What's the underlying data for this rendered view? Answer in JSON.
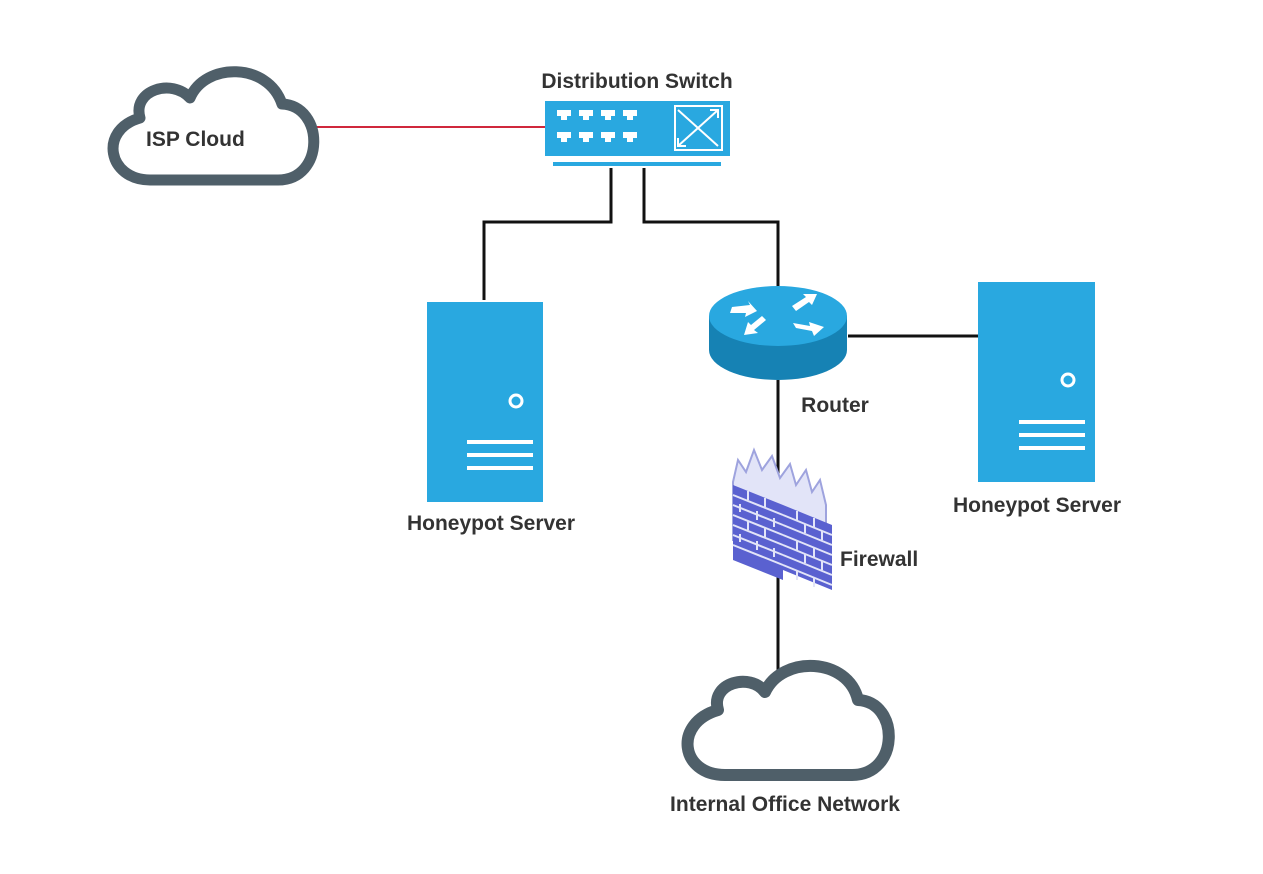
{
  "nodes": {
    "isp_cloud": {
      "label": "ISP Cloud",
      "icon": "cloud-icon"
    },
    "distribution_switch": {
      "label": "Distribution Switch",
      "icon": "switch-icon"
    },
    "honeypot_left": {
      "label": "Honeypot Server",
      "icon": "server-icon"
    },
    "router": {
      "label": "Router",
      "icon": "router-icon"
    },
    "honeypot_right": {
      "label": "Honeypot Server",
      "icon": "server-icon"
    },
    "firewall": {
      "label": "Firewall",
      "icon": "firewall-icon"
    },
    "internal_network": {
      "label": "Internal Office Network",
      "icon": "cloud-icon"
    }
  },
  "edges": [
    {
      "from": "isp_cloud",
      "to": "distribution_switch",
      "color": "#d0283c"
    },
    {
      "from": "distribution_switch",
      "to": "honeypot_left",
      "color": "#111111"
    },
    {
      "from": "distribution_switch",
      "to": "router",
      "color": "#111111"
    },
    {
      "from": "router",
      "to": "honeypot_right",
      "color": "#111111"
    },
    {
      "from": "router",
      "to": "firewall",
      "color": "#111111"
    },
    {
      "from": "firewall",
      "to": "internal_network",
      "color": "#111111"
    }
  ],
  "colors": {
    "device_blue": "#29a8e0",
    "cloud_outline": "#4f5f69",
    "router_blue": "#1682b4",
    "firewall_blue": "#5a61d0",
    "label_text": "#333333"
  }
}
